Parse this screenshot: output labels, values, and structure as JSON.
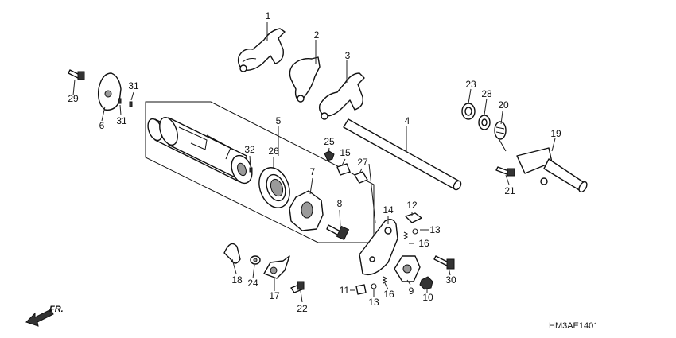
{
  "diagram": {
    "code": "HM3AE1401",
    "direction_label": "FR.",
    "callouts": [
      {
        "id": "c1",
        "text": "1"
      },
      {
        "id": "c2",
        "text": "2"
      },
      {
        "id": "c3",
        "text": "3"
      },
      {
        "id": "c4",
        "text": "4"
      },
      {
        "id": "c5",
        "text": "5"
      },
      {
        "id": "c6",
        "text": "6"
      },
      {
        "id": "c7",
        "text": "7"
      },
      {
        "id": "c8",
        "text": "8"
      },
      {
        "id": "c9",
        "text": "9"
      },
      {
        "id": "c10",
        "text": "10"
      },
      {
        "id": "c11",
        "text": "11"
      },
      {
        "id": "c12",
        "text": "12"
      },
      {
        "id": "c13a",
        "text": "13"
      },
      {
        "id": "c13b",
        "text": "13"
      },
      {
        "id": "c14",
        "text": "14"
      },
      {
        "id": "c15",
        "text": "15"
      },
      {
        "id": "c16a",
        "text": "16"
      },
      {
        "id": "c16b",
        "text": "16"
      },
      {
        "id": "c17",
        "text": "17"
      },
      {
        "id": "c18",
        "text": "18"
      },
      {
        "id": "c19",
        "text": "19"
      },
      {
        "id": "c20",
        "text": "20"
      },
      {
        "id": "c21",
        "text": "21"
      },
      {
        "id": "c22",
        "text": "22"
      },
      {
        "id": "c23",
        "text": "23"
      },
      {
        "id": "c24",
        "text": "24"
      },
      {
        "id": "c25",
        "text": "25"
      },
      {
        "id": "c26",
        "text": "26"
      },
      {
        "id": "c27",
        "text": "27"
      },
      {
        "id": "c28",
        "text": "28"
      },
      {
        "id": "c29",
        "text": "29"
      },
      {
        "id": "c30",
        "text": "30"
      },
      {
        "id": "c31a",
        "text": "31"
      },
      {
        "id": "c31b",
        "text": "31"
      },
      {
        "id": "c32",
        "text": "32"
      }
    ]
  }
}
